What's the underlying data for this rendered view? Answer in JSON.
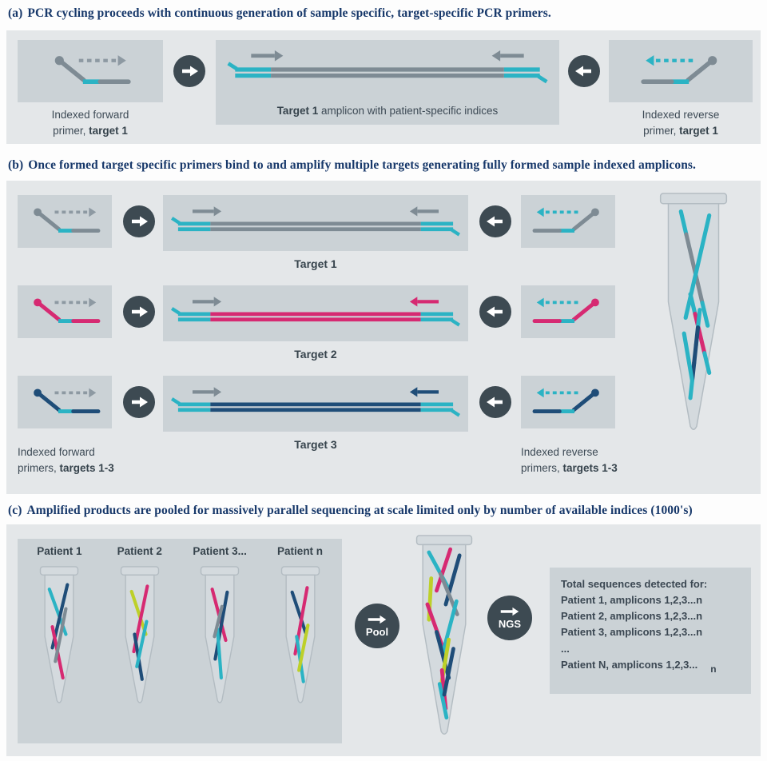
{
  "colors": {
    "teal": "#2bb3c4",
    "magenta": "#d62a72",
    "navy": "#1f4d78",
    "gray_strand": "#7e8b94",
    "lime": "#bdd029",
    "dark_circle": "#3d4a52",
    "panel_bg": "#e4e7e9",
    "box_bg": "#cbd2d6",
    "tube_fill": "#d4dade",
    "tube_stroke": "#b3bcc2",
    "caption_color": "#17386a",
    "label_color": "#3d4a55"
  },
  "panel_a": {
    "caption_prefix": "(a)",
    "caption_text": "PCR cycling proceeds with continuous generation of sample specific, target-specific PCR primers.",
    "forward_line1": "Indexed forward",
    "forward_line2_normal": "primer, ",
    "forward_line2_bold": "target 1",
    "amplicon_bold": "Target 1",
    "amplicon_rest": " amplicon with patient-specific indices",
    "reverse_line1": "Indexed reverse",
    "reverse_line2_normal": "primer, ",
    "reverse_line2_bold": "target 1"
  },
  "panel_b": {
    "caption_prefix": "(b)",
    "caption_text": "Once formed target specific primers bind to and amplify multiple targets generating fully formed sample indexed amplicons.",
    "rows": [
      {
        "target_label": "Target 1"
      },
      {
        "target_label": "Target 2"
      },
      {
        "target_label": "Target 3"
      }
    ],
    "forward_line1": "Indexed forward",
    "forward_line2_normal": "primers, ",
    "forward_line2_bold": "targets 1-3",
    "reverse_line1": "Indexed reverse",
    "reverse_line2_normal": "primers, ",
    "reverse_line2_bold": "targets 1-3"
  },
  "panel_c": {
    "caption_prefix": "(c)",
    "caption_text": "Amplified products are pooled for massively parallel sequencing at scale limited only by number of available indices (1000's)",
    "patients": [
      {
        "label": "Patient 1"
      },
      {
        "label": "Patient 2"
      },
      {
        "label": "Patient 3..."
      },
      {
        "label": "Patient n"
      }
    ],
    "pool_label": "Pool",
    "ngs_label": "NGS",
    "results": {
      "title": "Total sequences detected for:",
      "lines": [
        "Patient 1, amplicons 1,2,3...n",
        "Patient 2, amplicons 1,2,3...n",
        "Patient 3, amplicons 1,2,3...n",
        "...",
        "Patient N, amplicons 1,2,3..."
      ],
      "subscript": "n"
    }
  }
}
